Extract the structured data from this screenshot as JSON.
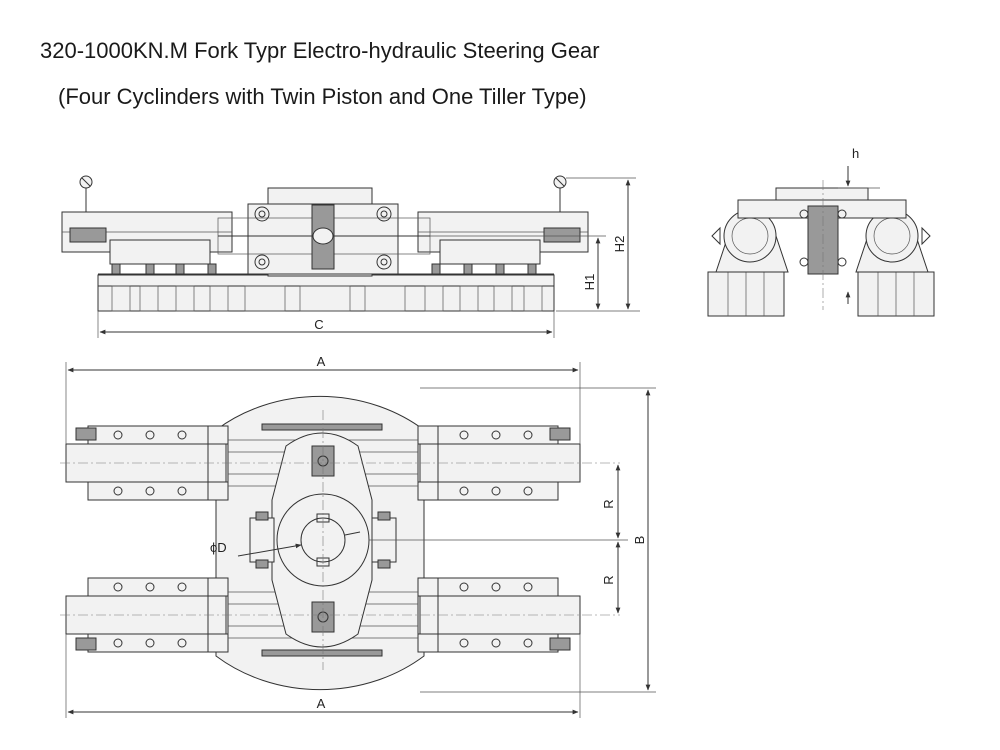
{
  "title": "320-1000KN.M Fork Typr Electro-hydraulic Steering Gear",
  "subtitle": "(Four Cyclinders with Twin Piston and One Tiller Type)",
  "dimensions": {
    "h": "h",
    "h1": "H1",
    "h2": "H2",
    "c": "C",
    "a_top": "A",
    "a_bottom": "A",
    "b": "B",
    "r_upper": "R",
    "r_lower": "R",
    "d": "ϕD"
  },
  "colors": {
    "line": "#333333",
    "fill": "#f2f2f2"
  }
}
